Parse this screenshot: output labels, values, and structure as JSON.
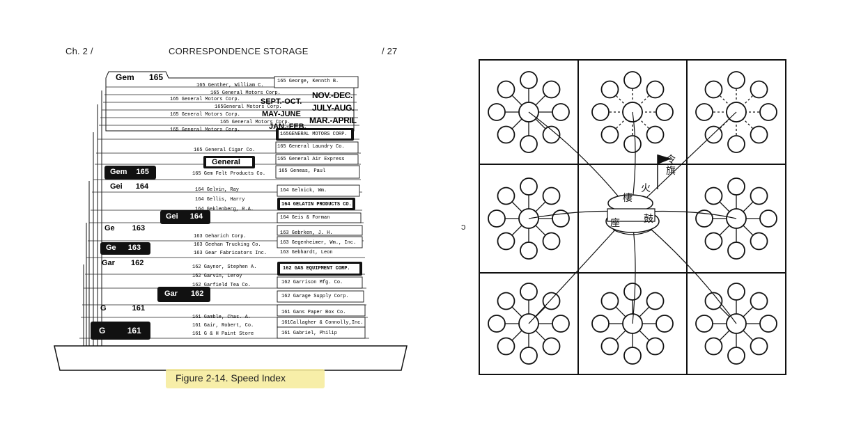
{
  "left_page": {
    "chapter": "Ch. 2 /",
    "running_title": "CORRESPONDENCE STORAGE",
    "page_number": "/ 27",
    "caption": "Figure 2-14. Speed Index",
    "gem_guide": {
      "letters": "Gem",
      "number": "165"
    },
    "folders_top": [
      "165 Genther, William C.",
      "165 General Motors Corp.",
      "165 General Motors Corp.",
      "165General Motors Corp.",
      "165 General Motors Corp.",
      "165 General Motors Corp.",
      "165 General Motors Corp."
    ],
    "folders_right_top": [
      "165 George, Kennth B.",
      "165GENERAL MOTORS CORP.",
      "165 General Laundry Co.",
      "165 General Air Express",
      "165 Geneas, Paul"
    ],
    "period_tabs": [
      "NOV.-DEC.",
      "SEPT.-OCT.",
      "JULY-AUG.",
      "MAY-JUNE",
      "MAR.-APRIL",
      "JAN.-FEB."
    ],
    "general_block": {
      "guide": "General",
      "folders": [
        "165 General Cigar Co.",
        "165 Gem Felt Products Co."
      ]
    },
    "index_guides": [
      {
        "letters": "Gem",
        "number": "165"
      },
      {
        "letters": "Gei",
        "number": "164"
      },
      {
        "letters": "Gei",
        "number": "164"
      },
      {
        "letters": "Ge",
        "number": "163"
      },
      {
        "letters": "Ge",
        "number": "163"
      },
      {
        "letters": "Gar",
        "number": "162"
      },
      {
        "letters": "Gar",
        "number": "162"
      },
      {
        "letters": "G",
        "number": "161"
      },
      {
        "letters": "G",
        "number": "161"
      }
    ],
    "folders_164": [
      "164 Gelvin, Ray",
      "164 Gellis, Harry",
      "164 Geklenberg, R.A."
    ],
    "folders_164_right": [
      "164 Gelnick, Wm.",
      "164 GELATIN PRODUCTS CO.",
      "164 Geis & Forman"
    ],
    "folders_163": [
      "163 Geharich Corp.",
      "163 Geehan Trucking Co.",
      "163 Gear Fabricators Inc."
    ],
    "folders_163_right": [
      "163 Gebrken, J. H.",
      "163 Gegenheimer, Wm., Inc.",
      "163 Gebhardt, Leon"
    ],
    "folders_162": [
      "162 Gaynor, Stephen A.",
      "162 Garvin, Leroy",
      "162 Garfield Tea Co."
    ],
    "folders_162_right": [
      "162 GAS EQUIPMENT CORP.",
      "162 Garrison Mfg. Co.",
      "162 Garage Supply Corp."
    ],
    "folders_161": [
      "161 Gamble, Chas. A.",
      "161 Gair, Robert, Co.",
      "161 G & H Paint Store"
    ],
    "folders_161_right": [
      "161 Gans Paper Box Co.",
      "161Callagher & Connolly,Inc.",
      "161 Gabriel, Philip"
    ]
  },
  "right_page": {
    "margin_mark": "ↄ",
    "flag_characters": "令旗",
    "center_characters": [
      "火",
      "棲",
      "鼓",
      "座"
    ]
  }
}
